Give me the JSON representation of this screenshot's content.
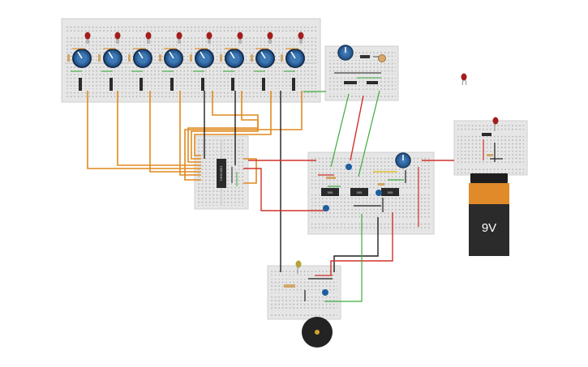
{
  "app": {
    "title": "",
    "accent_color": "#e08a1e"
  },
  "components": {
    "battery": {
      "label": "9V",
      "body_color": "#2b2b2b",
      "cap_color": "#e08a2a"
    },
    "chips": [
      {
        "id": "main-ic",
        "label": "74HC4051"
      },
      {
        "id": "op-1",
        "label": "555"
      },
      {
        "id": "op-2",
        "label": "555"
      },
      {
        "id": "op-3",
        "label": "555"
      }
    ],
    "knob_count": 8,
    "led_count": 8
  },
  "wire_colors": {
    "orange": "#e08a1e",
    "red": "#d0302a",
    "black": "#1e1e1e",
    "green": "#3cab3c",
    "dark_red": "#a42a26"
  }
}
